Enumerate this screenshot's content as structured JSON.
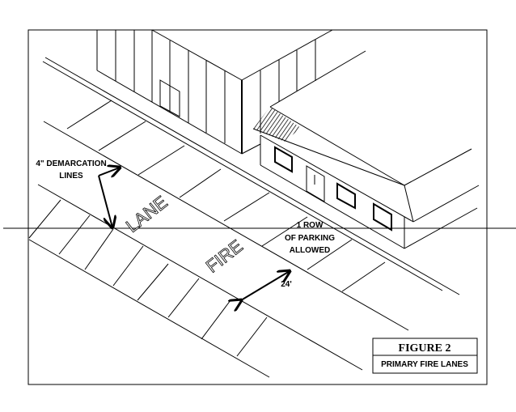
{
  "figure": {
    "title": "FIGURE 2",
    "subtitle": "PRIMARY FIRE LANES"
  },
  "labels": {
    "demarcation_line1": "4\" DEMARCATION",
    "demarcation_line2": "LINES",
    "parking_line1": "1 ROW",
    "parking_line2": "OF PARKING",
    "parking_line3": "ALLOWED",
    "width": "24'",
    "lane_word1": "FIRE",
    "lane_word2": "LANE"
  }
}
